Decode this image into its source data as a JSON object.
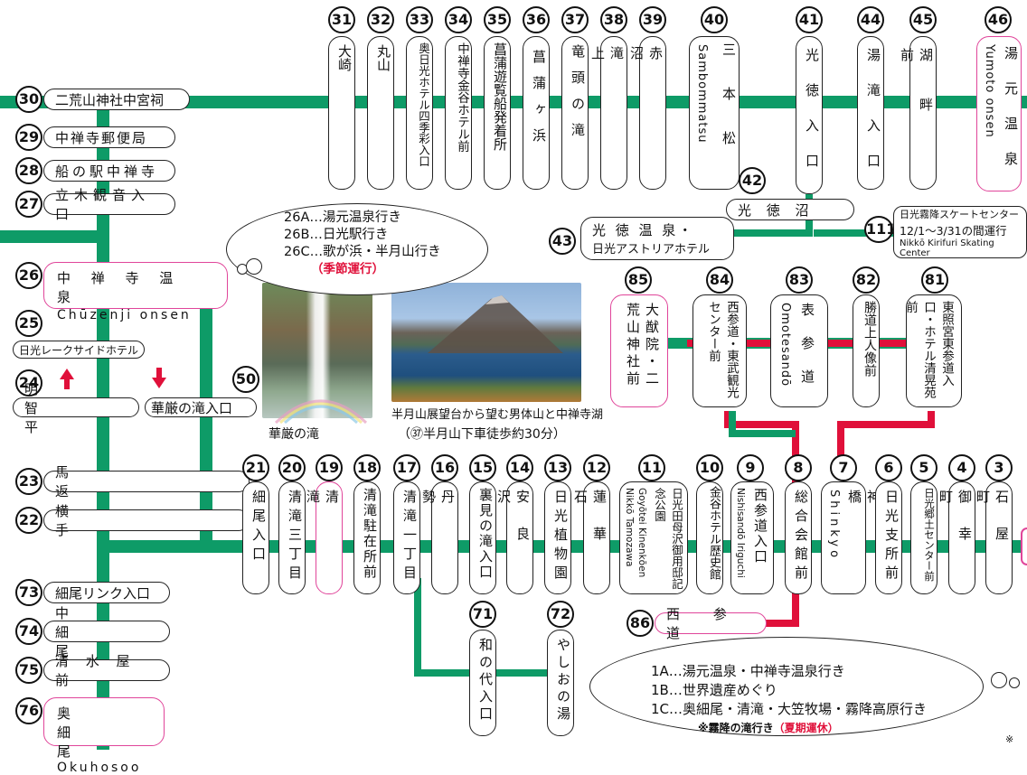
{
  "stops": {
    "s31": {
      "num": "31",
      "name": "大崎"
    },
    "s32": {
      "num": "32",
      "name": "丸山"
    },
    "s33": {
      "num": "33",
      "name": "奥日光ホテル四季彩入口"
    },
    "s34": {
      "num": "34",
      "name": "中禅寺金谷ホテル前"
    },
    "s35": {
      "num": "35",
      "name": "菖蒲遊覧船発着所"
    },
    "s36": {
      "num": "36",
      "name": "菖蒲ヶ浜"
    },
    "s37": {
      "num": "37",
      "name": "竜頭の滝"
    },
    "s38": {
      "num": "38",
      "name": "滝上"
    },
    "s39": {
      "num": "39",
      "name": "赤沼"
    },
    "s40": {
      "num": "40",
      "name": "三本松",
      "romaji": "Sambommatsu"
    },
    "s41": {
      "num": "41",
      "name": "光徳入口"
    },
    "s42": {
      "num": "42",
      "name": "光 徳 沼"
    },
    "s43": {
      "num": "43",
      "name1": "光 徳 温 泉・",
      "name2": "日光アストリアホテル"
    },
    "s44": {
      "num": "44",
      "name": "湯滝入口"
    },
    "s45": {
      "num": "45",
      "name": "湖畔前"
    },
    "s46": {
      "num": "46",
      "name": "湯元温泉",
      "romaji": "Yumoto onsen"
    },
    "s111": {
      "num": "111",
      "line1": "日光霧降スケートセンター",
      "line2": "12/1～3/31の間運行",
      "line3": "Nikkō Kirifuri Skating Center"
    },
    "s30": {
      "num": "30",
      "name": "二荒山神社中宮祠"
    },
    "s29": {
      "num": "29",
      "name": "中禅寺郵便局"
    },
    "s28": {
      "num": "28",
      "name": "船の駅中禅寺"
    },
    "s27": {
      "num": "27",
      "name": "立木観音入口"
    },
    "s26": {
      "num": "26",
      "name": "中 禅 寺 温 泉",
      "romaji": "Chūzenji onsen"
    },
    "s25": {
      "num": "25",
      "name": "日光レークサイドホテル"
    },
    "s24": {
      "num": "24",
      "name": "明 智 平"
    },
    "s50": {
      "num": "50",
      "name": "華厳の滝入口"
    },
    "s23": {
      "num": "23",
      "name": "馬 返"
    },
    "s22": {
      "num": "22",
      "name": "横 手"
    },
    "s73": {
      "num": "73",
      "name": "細尾リンク入口"
    },
    "s74": {
      "num": "74",
      "name": "中 細 尾"
    },
    "s75": {
      "num": "75",
      "name": "清 水 屋 前"
    },
    "s76": {
      "num": "76",
      "name": "奥 細 尾",
      "romaji": "Okuhosoo"
    },
    "s21": {
      "num": "21",
      "name": "細尾入口"
    },
    "s20": {
      "num": "20",
      "name": "清滝三丁目"
    },
    "s19": {
      "num": "19",
      "name": "清滝"
    },
    "s18": {
      "num": "18",
      "name": "清滝駐在所前"
    },
    "s17": {
      "num": "17",
      "name": "清滝一丁目"
    },
    "s16": {
      "num": "16",
      "name": "丹勢"
    },
    "s15": {
      "num": "15",
      "name": "裏見の滝入口"
    },
    "s14": {
      "num": "14",
      "name": "安良沢"
    },
    "s13": {
      "num": "13",
      "name": "日光植物園"
    },
    "s12": {
      "num": "12",
      "name": "蓮華石"
    },
    "s11": {
      "num": "11",
      "name": "日光田母沢御用邸記念公園",
      "romaji1": "Nikkō Tamozawa",
      "romaji2": "Goyōtei Kinenkōen"
    },
    "s10": {
      "num": "10",
      "name": "金谷ホテル歴史館"
    },
    "s9": {
      "num": "9",
      "name": "西参道入口",
      "romaji": "Nishisandō Iriguchi"
    },
    "s8": {
      "num": "8",
      "name": "総合会館前"
    },
    "s7": {
      "num": "7",
      "name": "神橋",
      "romaji": "Shinkyo"
    },
    "s6": {
      "num": "6",
      "name": "日光支所前"
    },
    "s5": {
      "num": "5",
      "name": "日光郷土センター前"
    },
    "s4": {
      "num": "4",
      "name": "御幸町"
    },
    "s3": {
      "num": "3",
      "name": "石屋町"
    },
    "s71": {
      "num": "71",
      "name": "和の代入口"
    },
    "s72": {
      "num": "72",
      "name": "やしおの湯"
    },
    "s86": {
      "num": "86",
      "name": "西 参 道"
    },
    "s85": {
      "num": "85",
      "name": "大猷院・二荒山神社前"
    },
    "s84": {
      "num": "84",
      "name": "西参道・東武観光センター前"
    },
    "s83": {
      "num": "83",
      "name": "表参道",
      "romaji": "Omotesandō"
    },
    "s82": {
      "num": "82",
      "name": "勝道上人像前"
    },
    "s81": {
      "num": "81",
      "name": "東照宮東参道入口・ホテル清晃苑前"
    }
  },
  "notes": {
    "upper_bubble": {
      "line1": "26A…湯元温泉行き",
      "line2": "26B…日光駅行き",
      "line3": "26C…歌が浜・半月山行き",
      "line4": "（季節運行）"
    },
    "lower_bubble": {
      "line1": "1A…湯元温泉・中禅寺温泉行き",
      "line2": "1B…世界遺産めぐり",
      "line3": "1C…奥細尾・清滝・大笠牧場・霧降高原行き",
      "line4a": "※霧降の滝行き",
      "line4b": "（夏期運休）"
    },
    "corner_mark": "※"
  },
  "photos": {
    "kegon_caption": "華厳の滝",
    "lake_caption1": "半月山展望台から望む男体山と中禅寺湖",
    "lake_caption2": "（㊲半月山下車徒歩約30分）"
  },
  "colors": {
    "route_green": "#0e9b67",
    "route_red": "#e0103a",
    "accent_pink": "#e0459a",
    "stop_border": "#222222",
    "arrow_red": "#e0103a"
  }
}
